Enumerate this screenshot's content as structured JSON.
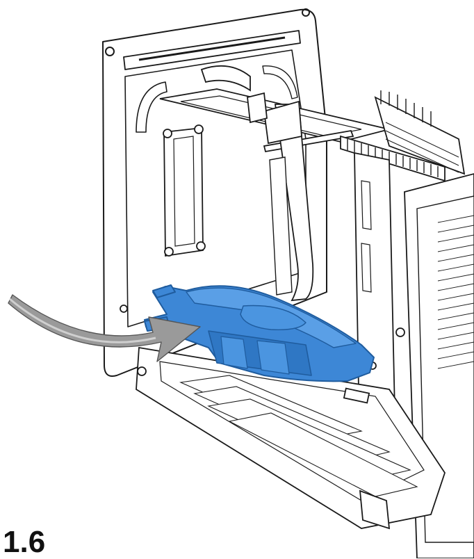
{
  "figure": {
    "step_label": "1.6"
  },
  "colors": {
    "fan": "#3d87d6",
    "fan_dark": "#1f5c9e",
    "arrow": "#9a9a9a",
    "line": "#1a1a1a",
    "background": "#ffffff"
  },
  "icons": {
    "fan": "blower-fan-illustration",
    "arrow": "insert-direction-arrow"
  }
}
